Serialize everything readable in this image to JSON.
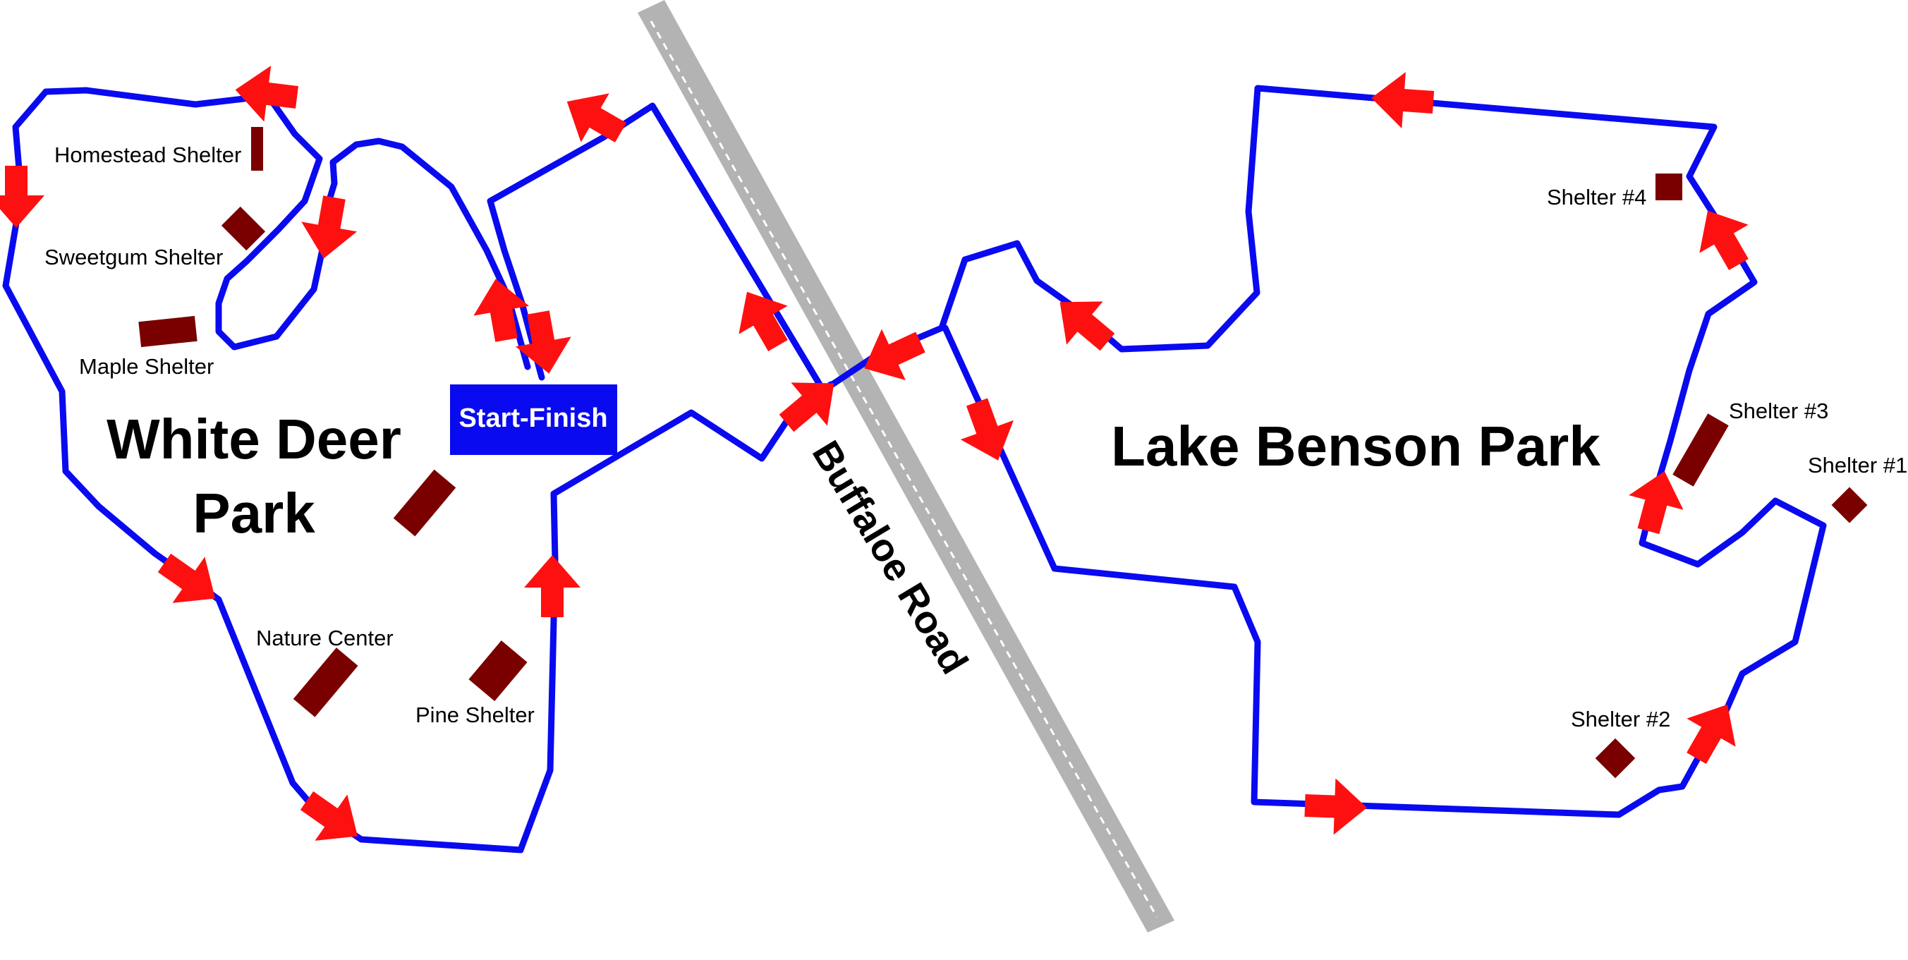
{
  "colors": {
    "route": "#0a0af0",
    "arrow": "#ff1010",
    "shelter": "#7a0000",
    "road": "#b3b3b3",
    "road_centerline": "#ffffff",
    "start_box": "#0a0af0",
    "background": "#ffffff"
  },
  "road": {
    "name": "Buffaloe Road"
  },
  "parks": {
    "white_deer": {
      "line1": "White Deer",
      "line2": "Park"
    },
    "lake_benson": {
      "name": "Lake Benson Park"
    }
  },
  "start_finish": {
    "label": "Start-Finish"
  },
  "shelters": {
    "homestead": "Homestead Shelter",
    "sweetgum": "Sweetgum Shelter",
    "maple": "Maple Shelter",
    "nature_center": "Nature Center",
    "pine": "Pine Shelter",
    "s1": "Shelter #1",
    "s2": "Shelter #2",
    "s3": "Shelter #3",
    "s4": "Shelter #4"
  },
  "icons": {
    "direction_arrow": "arrow-icon",
    "shelter_marker": "building-icon"
  }
}
